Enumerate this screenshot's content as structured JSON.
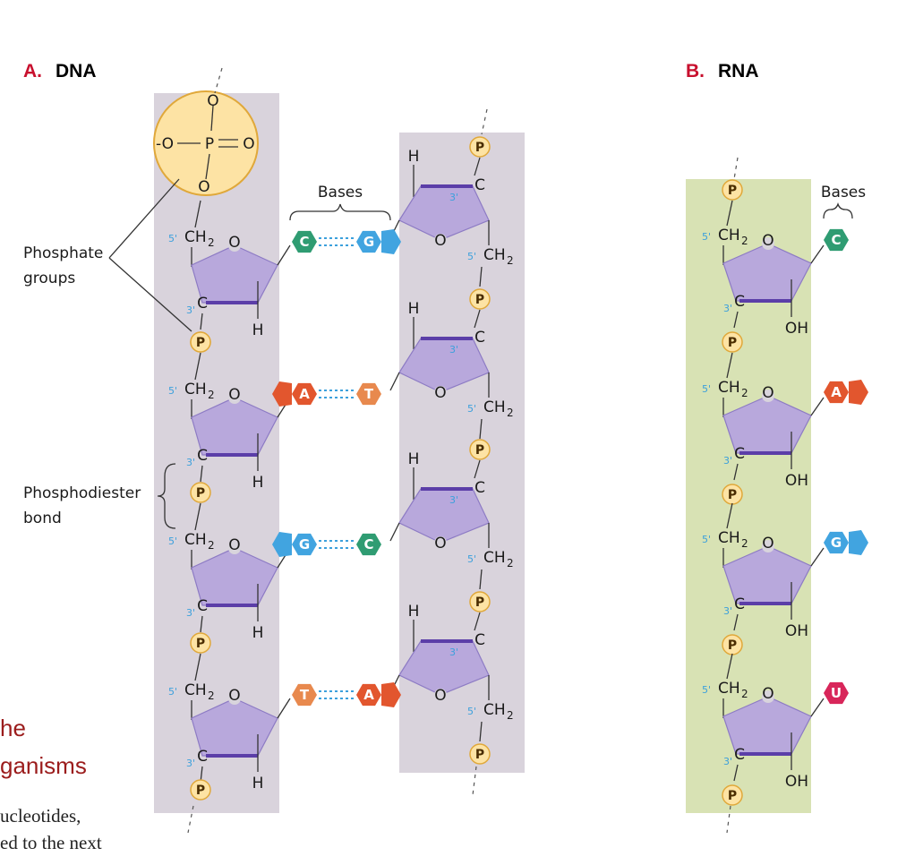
{
  "panel_a": {
    "letter": "A.",
    "title": "DNA"
  },
  "panel_b": {
    "letter": "B.",
    "title": "RNA"
  },
  "labels": {
    "bases": "Bases",
    "phosphate_line1": "Phosphate",
    "phosphate_line2": "groups",
    "diester_line1": "Phosphodiester",
    "diester_line2": "bond"
  },
  "phosphate_group": {
    "o_top": "O",
    "o_left": "-O",
    "p": "P",
    "o_right": "O",
    "o_bottom": "O"
  },
  "atoms": {
    "P": "P",
    "C": "C",
    "O": "O",
    "H": "H",
    "OH": "OH",
    "CH": "CH",
    "two": "2",
    "five_prime": "5'",
    "three_prime": "3'"
  },
  "dna_left_bases": [
    "C",
    "A",
    "G",
    "T"
  ],
  "dna_right_bases": [
    "G",
    "T",
    "C",
    "A"
  ],
  "rna_bases": [
    "C",
    "A",
    "G",
    "U"
  ],
  "background_text": {
    "line1": "he",
    "line2": "ganisms",
    "line3": "ucleotides,",
    "line4": "ed to the next"
  },
  "colors": {
    "dna_band": "#d9d3dc",
    "rna_band": "#d8e2b4",
    "sugar_fill": "#b8a8dc",
    "sugar_edge": "#6a4fb0",
    "phosphate_fill": "#fde3a4",
    "base_C": "#2f9c72",
    "base_G": "#41a4e0",
    "base_A": "#e2562e",
    "base_T": "#e8894e",
    "base_U": "#d8265a",
    "hbond": "#3ca0dc"
  }
}
